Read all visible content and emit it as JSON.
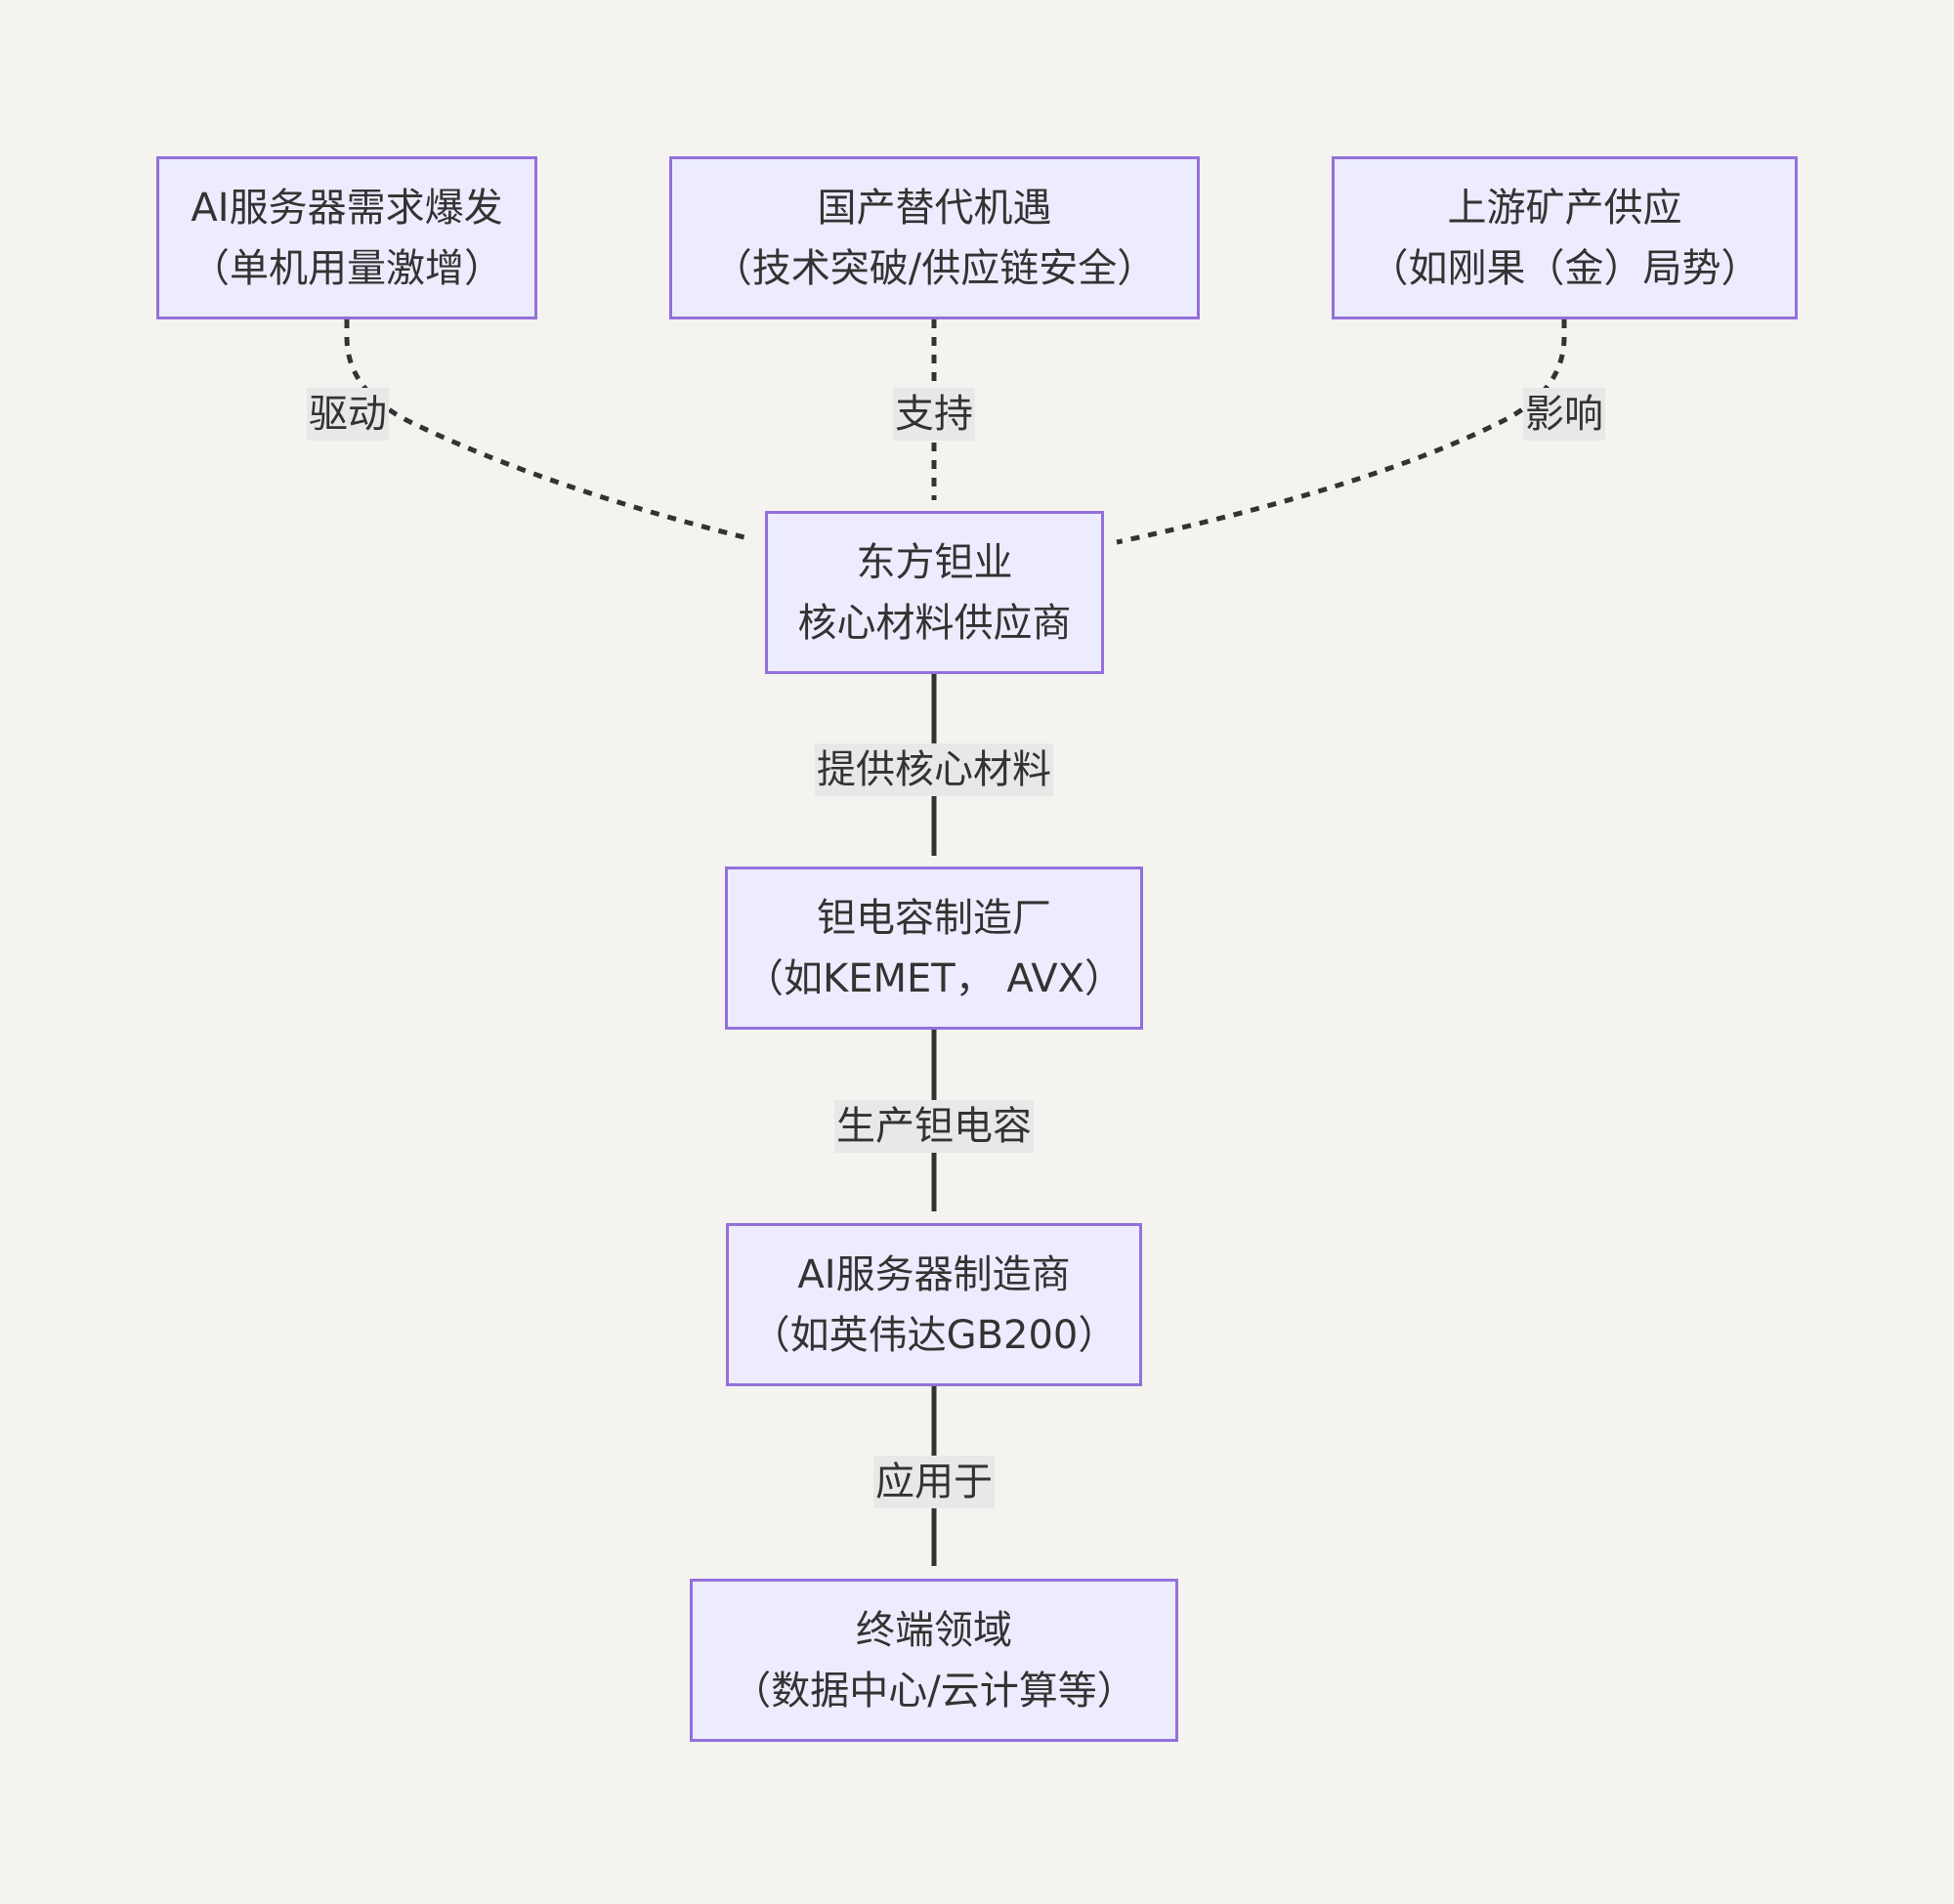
{
  "diagram": {
    "type": "flowchart",
    "direction": "top-down",
    "colors": {
      "background": "#f4f3ef",
      "node_fill": "#ececfe",
      "node_border": "#9370db",
      "text": "#333333",
      "edge": "#333333",
      "edge_label_bg": "#e8e8e8"
    },
    "nodes": {
      "ai_demand": {
        "line1": "AI服务器需求爆发",
        "line2": "（单机用量激增）"
      },
      "domestic": {
        "line1": "国产替代机遇",
        "line2": "（技术突破/供应链安全）"
      },
      "upstream": {
        "line1": "上游矿产供应",
        "line2": "（如刚果（金）局势）"
      },
      "dongfang": {
        "line1": "东方钽业",
        "line2": "核心材料供应商"
      },
      "capacitor_maker": {
        "line1": "钽电容制造厂",
        "line2": "（如KEMET， AVX）"
      },
      "server_maker": {
        "line1": "AI服务器制造商",
        "line2": "（如英伟达GB200）"
      },
      "end_use": {
        "line1": "终端领域",
        "line2": "（数据中心/云计算等）"
      }
    },
    "edges": {
      "drive": {
        "from": "ai_demand",
        "to": "dongfang",
        "label": "驱动",
        "style": "dotted"
      },
      "support": {
        "from": "domestic",
        "to": "dongfang",
        "label": "支持",
        "style": "dotted"
      },
      "influence": {
        "from": "upstream",
        "to": "dongfang",
        "label": "影响",
        "style": "dotted"
      },
      "supply": {
        "from": "dongfang",
        "to": "capacitor_maker",
        "label": "提供核心材料",
        "style": "solid"
      },
      "produce": {
        "from": "capacitor_maker",
        "to": "server_maker",
        "label": "生产钽电容",
        "style": "solid"
      },
      "apply": {
        "from": "server_maker",
        "to": "end_use",
        "label": "应用于",
        "style": "solid"
      }
    }
  }
}
